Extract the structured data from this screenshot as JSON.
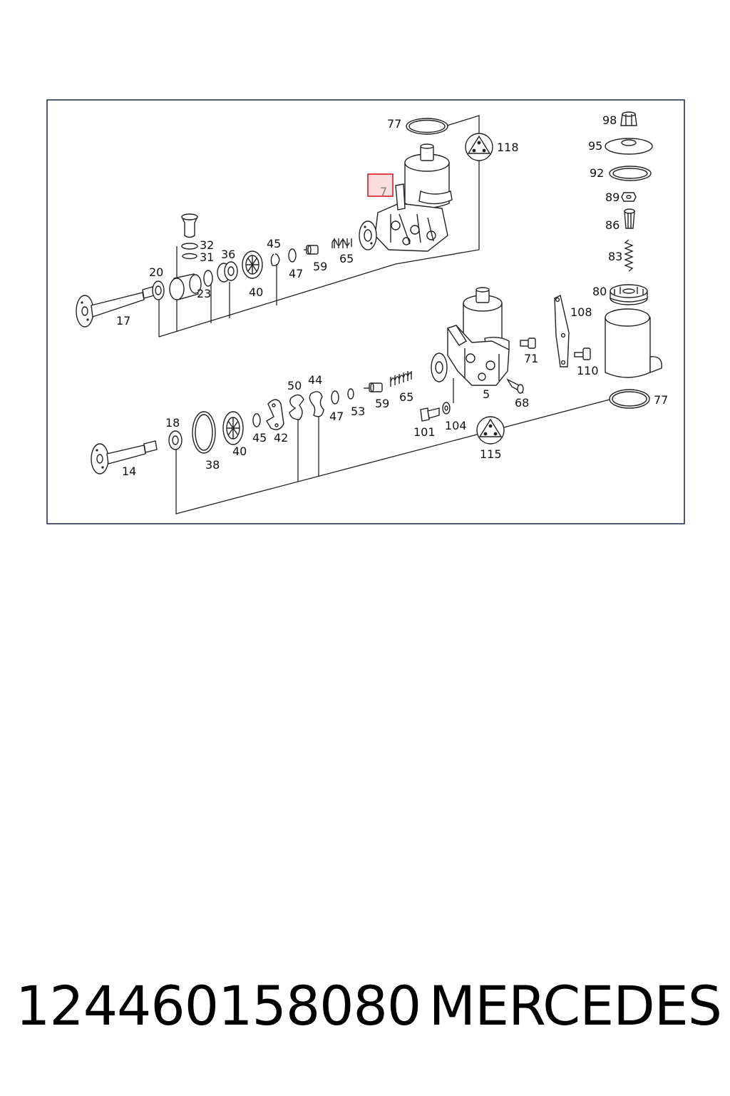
{
  "diagram": {
    "frame_color": "#2b2f5e",
    "highlight_color": "#e0303a",
    "highlighted_callout": "7",
    "callouts": {
      "c77a": "77",
      "c118": "118",
      "c7": "7",
      "c32": "32",
      "c31": "31",
      "c36": "36",
      "c45a": "45",
      "c20": "20",
      "c23": "23",
      "c40a": "40",
      "c47a": "47",
      "c59a": "59",
      "c65a": "65",
      "c17": "17",
      "c98": "98",
      "c95": "95",
      "c92": "92",
      "c89": "89",
      "c86": "86",
      "c83": "83",
      "c80": "80",
      "c108": "108",
      "c71": "71",
      "c110": "110",
      "c5": "5",
      "c77b": "77",
      "c68": "68",
      "c50": "50",
      "c44": "44",
      "c47b": "47",
      "c53": "53",
      "c59b": "59",
      "c65b": "65",
      "c18": "18",
      "c38": "38",
      "c40b": "40",
      "c45b": "45",
      "c42": "42",
      "c14": "14",
      "c101": "101",
      "c104": "104",
      "c115": "115"
    }
  },
  "caption": {
    "part_number": "124460158080",
    "brand": "MERCEDES"
  }
}
